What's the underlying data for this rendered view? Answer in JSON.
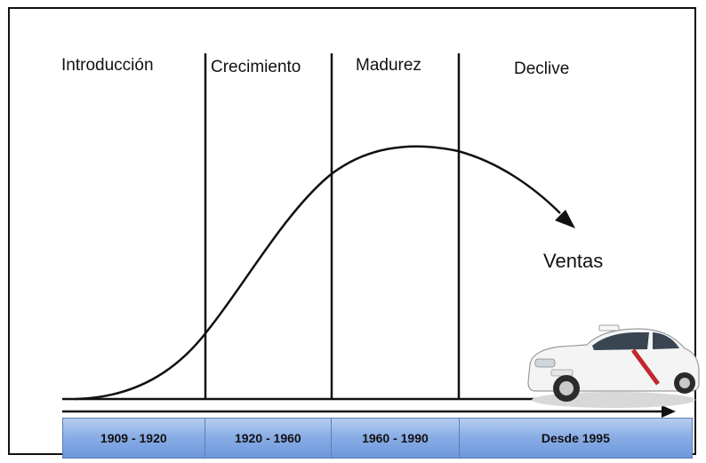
{
  "stages": [
    "Introducción",
    "Crecimiento",
    "Madurez",
    "Declive"
  ],
  "curve_label": "Ventas",
  "periods": [
    "1909 - 1920",
    "1920 - 1960",
    "1960 - 1990",
    "Desde 1995"
  ],
  "image": "taxi-car-icon",
  "colors": {
    "timeline_blue": "#8aaee6",
    "taxi_stripe": "#c0282d",
    "line": "#111111"
  }
}
